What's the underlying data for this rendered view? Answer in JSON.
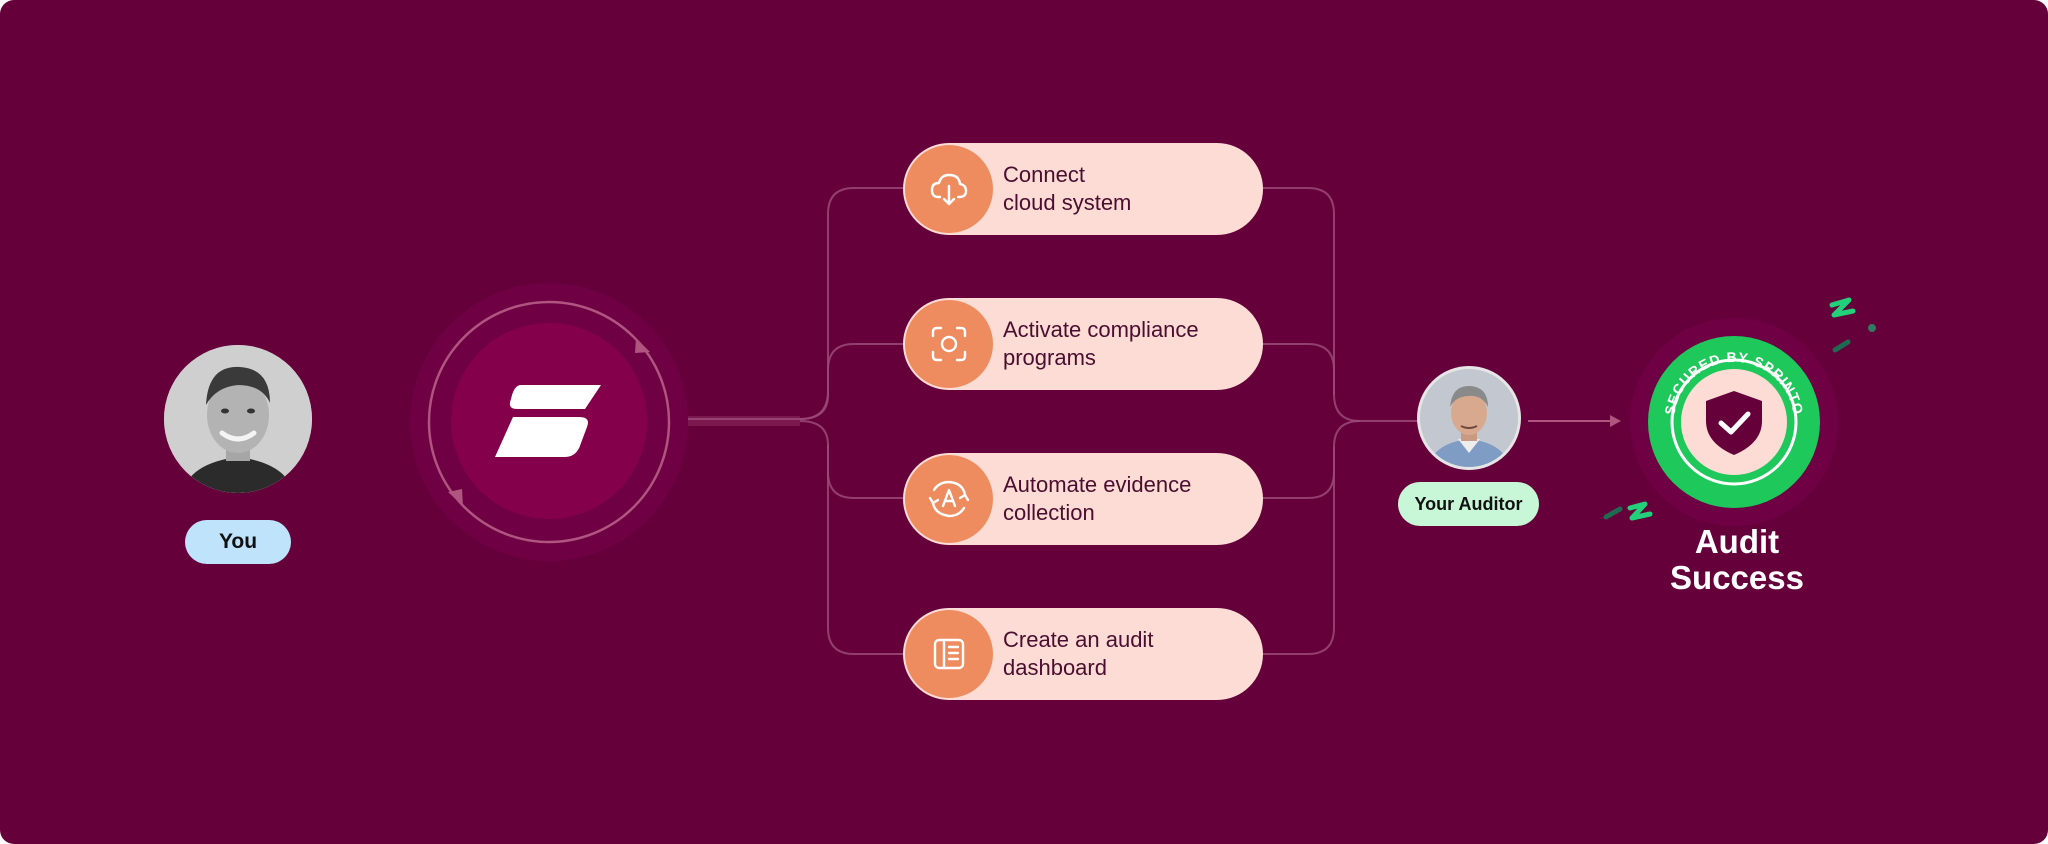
{
  "user": {
    "label": "You"
  },
  "auditor": {
    "label": "Your Auditor"
  },
  "steps": [
    {
      "label": "Connect\ncloud system",
      "icon": "cloud-download-icon"
    },
    {
      "label": "Activate compliance\nprograms",
      "icon": "focus-target-icon"
    },
    {
      "label": "Automate evidence\ncollection",
      "icon": "auto-refresh-icon"
    },
    {
      "label": "Create an audit\ndashboard",
      "icon": "dashboard-panel-icon"
    }
  ],
  "badge": {
    "ring_text": "SECURED BY SPRINTO"
  },
  "outcome": {
    "title": "Audit\nSuccess"
  },
  "colors": {
    "background": "#65003b",
    "card": "#fcdcd4",
    "icon_circle": "#ef8c5f",
    "badge_green": "#1ec85b",
    "you_badge": "#bfe3fb",
    "auditor_badge": "#c7f7d6"
  }
}
